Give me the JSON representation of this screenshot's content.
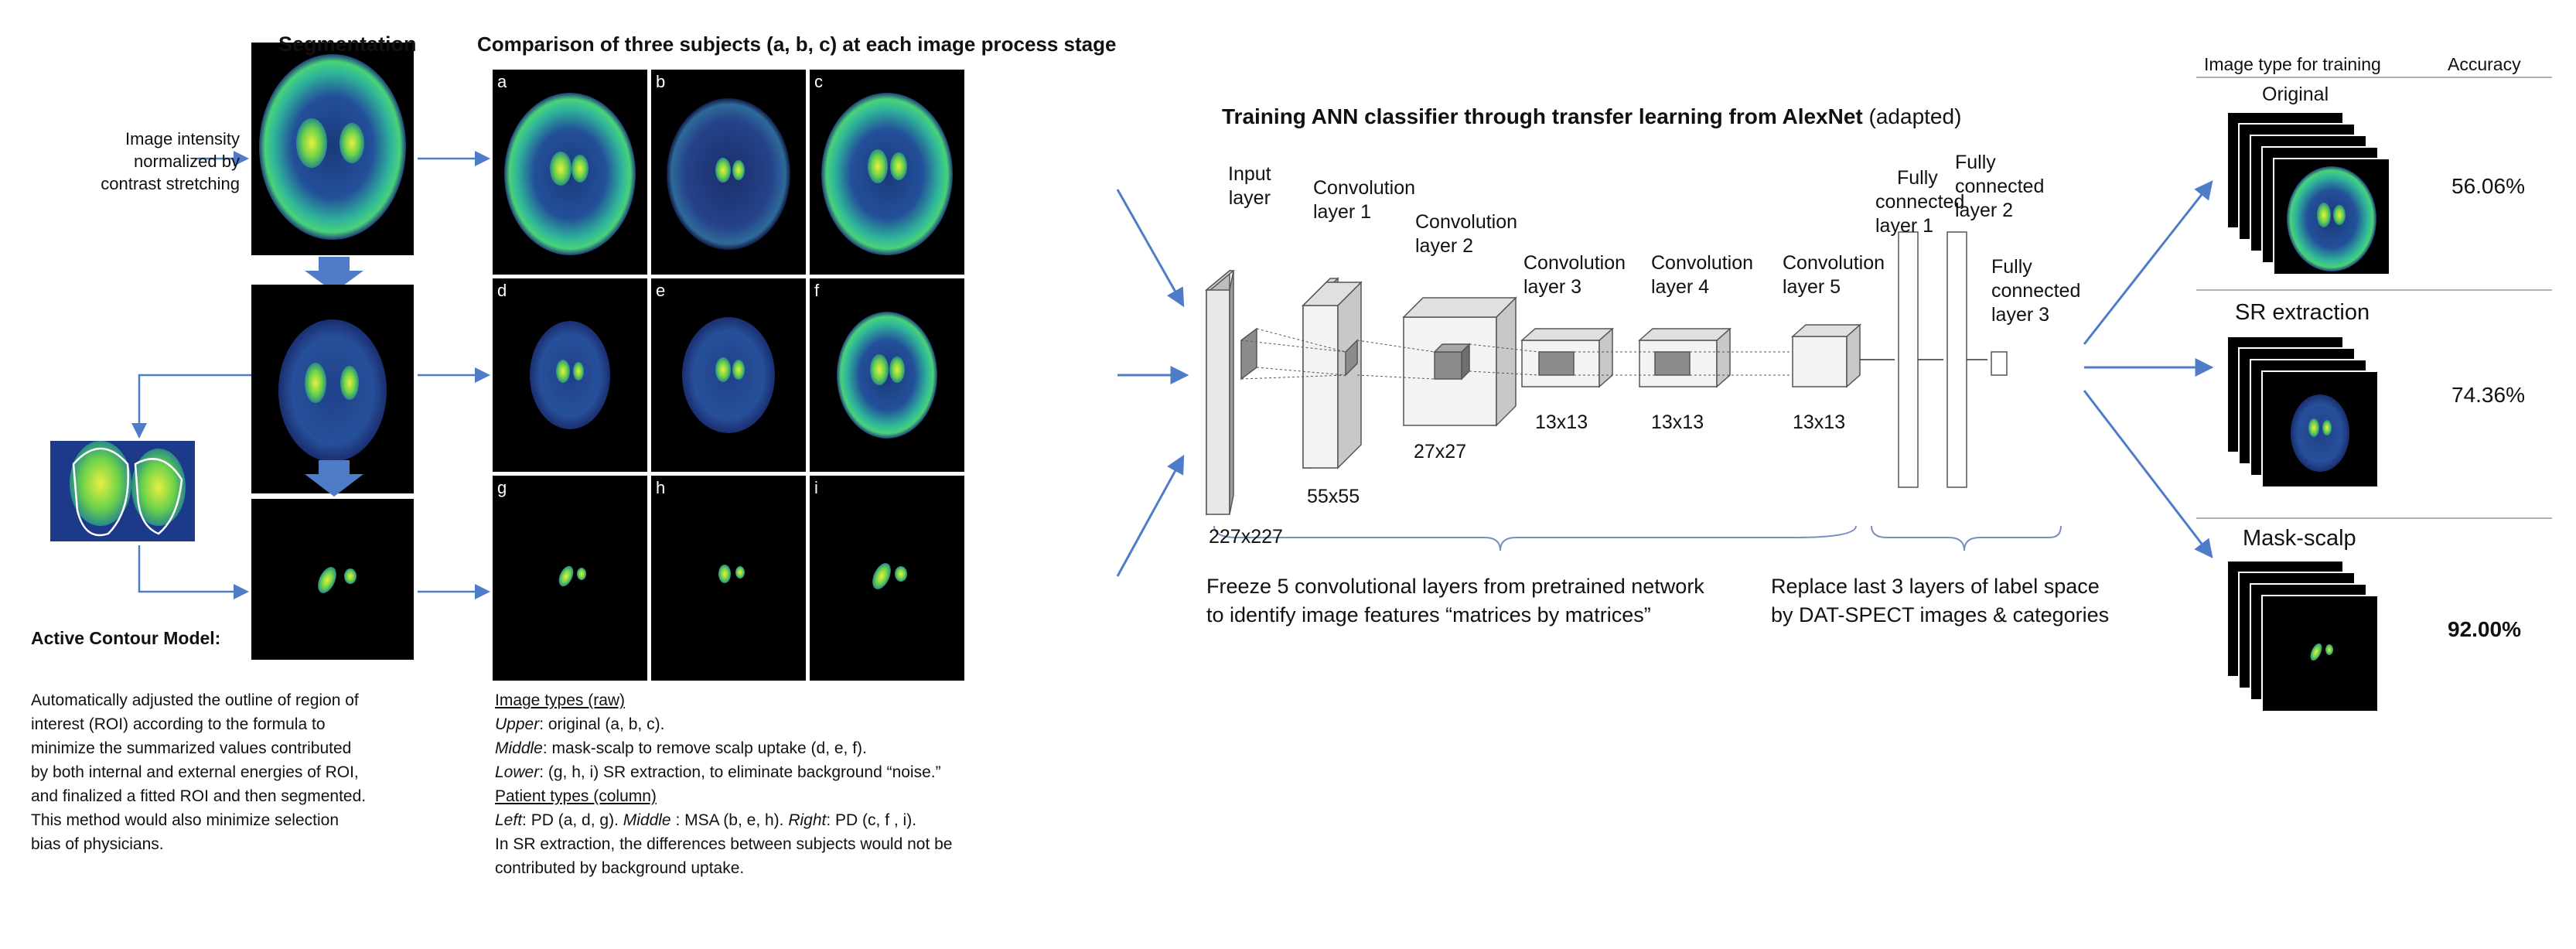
{
  "segmentation": {
    "title": "Segmentation",
    "intensity_note": [
      "Image intensity",
      "normalized by",
      "contrast stretching"
    ],
    "acm_title": "Active Contour Model:",
    "acm_desc": [
      "Automatically adjusted the outline of region of",
      "interest (ROI) according to the formula to",
      "minimize the summarized values contributed",
      "by both internal and external energies of ROI,",
      "and finalized a fitted ROI and then segmented.",
      "This method would also minimize selection",
      "bias of physicians."
    ]
  },
  "comparison": {
    "title": "Comparison of three subjects (a, b, c) at each image process stage",
    "panels": [
      "a",
      "b",
      "c",
      "d",
      "e",
      "f",
      "g",
      "h",
      "i"
    ],
    "image_types_heading": "Image types (raw)",
    "upper_label": "Upper",
    "upper_text": ": original (a, b, c).",
    "middle_label": "Middle",
    "middle_text": ": mask-scalp to remove scalp uptake (d, e, f).",
    "lower_label": "Lower",
    "lower_text": ": (g, h, i) SR extraction, to eliminate background “noise.”",
    "patient_types_heading": "Patient types (column)",
    "left_label": "Left",
    "left_text": ": PD  (a, d, g).  ",
    "mid_label": "Middle",
    "mid_text": " : MSA (b, e, h).  ",
    "right_label": "Right",
    "right_text": ": PD (c, f , i).",
    "note": [
      "In SR extraction, the differences between subjects would not be",
      "contributed by background uptake."
    ]
  },
  "network": {
    "title_bold": "Training ANN classifier through transfer learning from AlexNet",
    "title_rest": " (adapted)",
    "input_layer": [
      "Input",
      "layer"
    ],
    "conv1": [
      "Convolution",
      "layer 1"
    ],
    "conv2": [
      "Convolution",
      "layer 2"
    ],
    "conv3": [
      "Convolution",
      "layer 3"
    ],
    "conv4": [
      "Convolution",
      "layer 4"
    ],
    "conv5": [
      "Convolution",
      "layer 5"
    ],
    "fc1": [
      "Fully",
      "connected",
      "layer 1"
    ],
    "fc2": [
      "Fully",
      "connected",
      "layer 2"
    ],
    "fc3": [
      "Fully",
      "connected",
      "layer 3"
    ],
    "dims": {
      "input": "227x227",
      "conv1": "55x55",
      "conv2": "27x27",
      "conv3": "13x13",
      "conv4": "13x13",
      "conv5": "13x13"
    },
    "freeze_note": [
      "Freeze 5 convolutional layers from pretrained network",
      "to identify image features “matrices by matrices”"
    ],
    "replace_note": [
      "Replace last 3 layers of label space",
      "by DAT-SPECT images & categories"
    ]
  },
  "results": {
    "col1": "Image type for training",
    "col2": "Accuracy",
    "rows": [
      {
        "type": "Original",
        "accuracy": "56.06%"
      },
      {
        "type": "SR extraction",
        "accuracy": "74.36%"
      },
      {
        "type": "Mask-scalp",
        "accuracy": "92.00%"
      }
    ]
  }
}
